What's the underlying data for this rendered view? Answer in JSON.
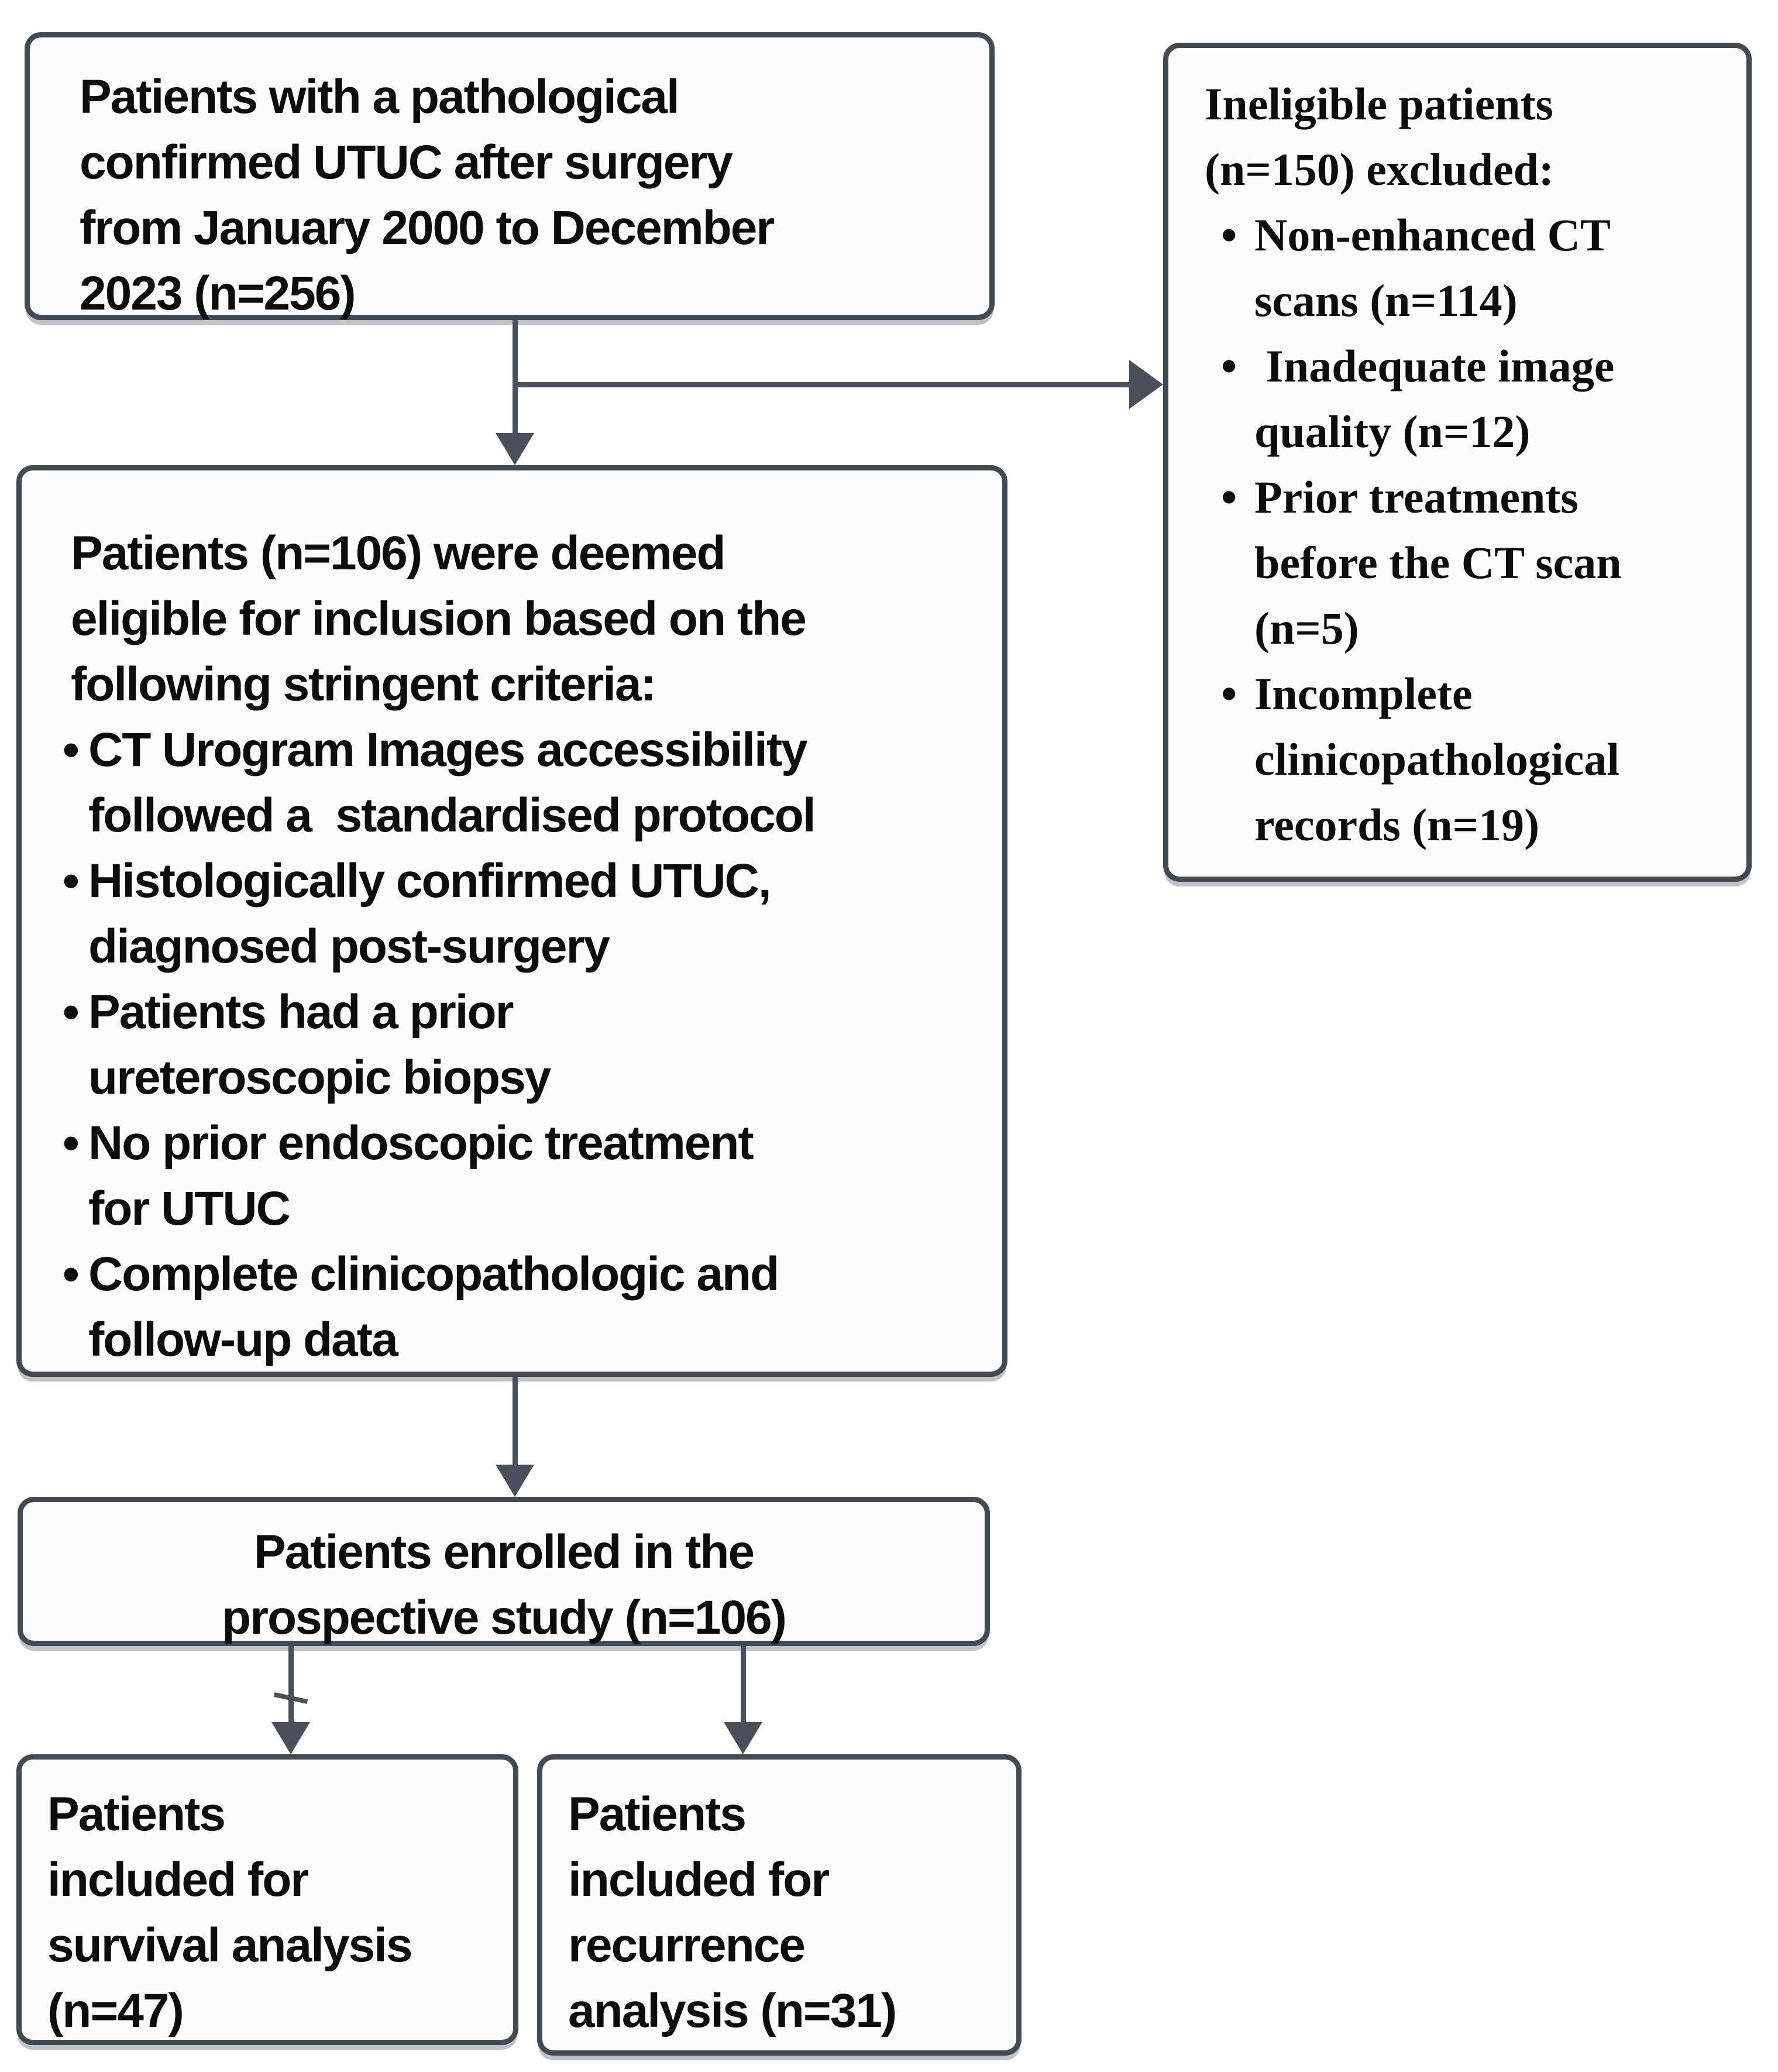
{
  "figure": {
    "bullet_char": "•",
    "colors": {
      "border": "#424a54",
      "arrow": "#49505c",
      "text": "#0c0c0c",
      "background": "#ffffff"
    },
    "boxes": {
      "initial": {
        "lines": [
          {
            "k": "p",
            "t": "Patients with a pathological"
          },
          {
            "k": "p",
            "t": "confirmed UTUC after surgery"
          },
          {
            "k": "p",
            "t": "from January 2000 to December"
          },
          {
            "k": "p",
            "t": "2023 (n=256)"
          }
        ]
      },
      "excluded": {
        "lines": [
          {
            "k": "p",
            "t": "Ineligible patients"
          },
          {
            "k": "p",
            "t": "(n=150) excluded:"
          },
          {
            "k": "b",
            "t": "Non-enhanced CT"
          },
          {
            "k": "c",
            "t": "scans (n=114)"
          },
          {
            "k": "b",
            "t": " Inadequate image"
          },
          {
            "k": "c",
            "t": "quality (n=12)"
          },
          {
            "k": "b",
            "t": "Prior treatments"
          },
          {
            "k": "c",
            "t": "before the CT scan"
          },
          {
            "k": "c",
            "t": "(n=5)"
          },
          {
            "k": "b",
            "t": "Incomplete"
          },
          {
            "k": "c",
            "t": "clinicopathological"
          },
          {
            "k": "c",
            "t": "records (n=19)"
          }
        ]
      },
      "eligible": {
        "lines": [
          {
            "k": "p",
            "t": "Patients (n=106) were deemed"
          },
          {
            "k": "p",
            "t": "eligible for inclusion based on the"
          },
          {
            "k": "p",
            "t": "following stringent criteria:"
          },
          {
            "k": "b",
            "t": "CT Urogram Images accessibility"
          },
          {
            "k": "c",
            "t": "followed a  standardised protocol"
          },
          {
            "k": "b",
            "t": "Histologically confirmed UTUC,"
          },
          {
            "k": "c",
            "t": "diagnosed post-surgery"
          },
          {
            "k": "b",
            "t": "Patients had a prior"
          },
          {
            "k": "c",
            "t": "ureteroscopic biopsy"
          },
          {
            "k": "b",
            "t": "No prior endoscopic treatment"
          },
          {
            "k": "c",
            "t": "for UTUC"
          },
          {
            "k": "b",
            "t": "Complete clinicopathologic and"
          },
          {
            "k": "c",
            "t": "follow-up data"
          }
        ]
      },
      "enrolled": {
        "lines": [
          {
            "k": "p",
            "t": "Patients enrolled in the"
          },
          {
            "k": "p",
            "t": "prospective study (n=106)"
          }
        ]
      },
      "survival": {
        "lines": [
          {
            "k": "p",
            "t": "Patients"
          },
          {
            "k": "p",
            "t": "included for"
          },
          {
            "k": "p",
            "t": "survival analysis"
          },
          {
            "k": "p",
            "t": "(n=47)"
          }
        ]
      },
      "recurrence": {
        "lines": [
          {
            "k": "p",
            "t": "Patients"
          },
          {
            "k": "p",
            "t": "included for"
          },
          {
            "k": "p",
            "t": "recurrence"
          },
          {
            "k": "p",
            "t": "analysis (n=31)"
          }
        ]
      }
    }
  }
}
